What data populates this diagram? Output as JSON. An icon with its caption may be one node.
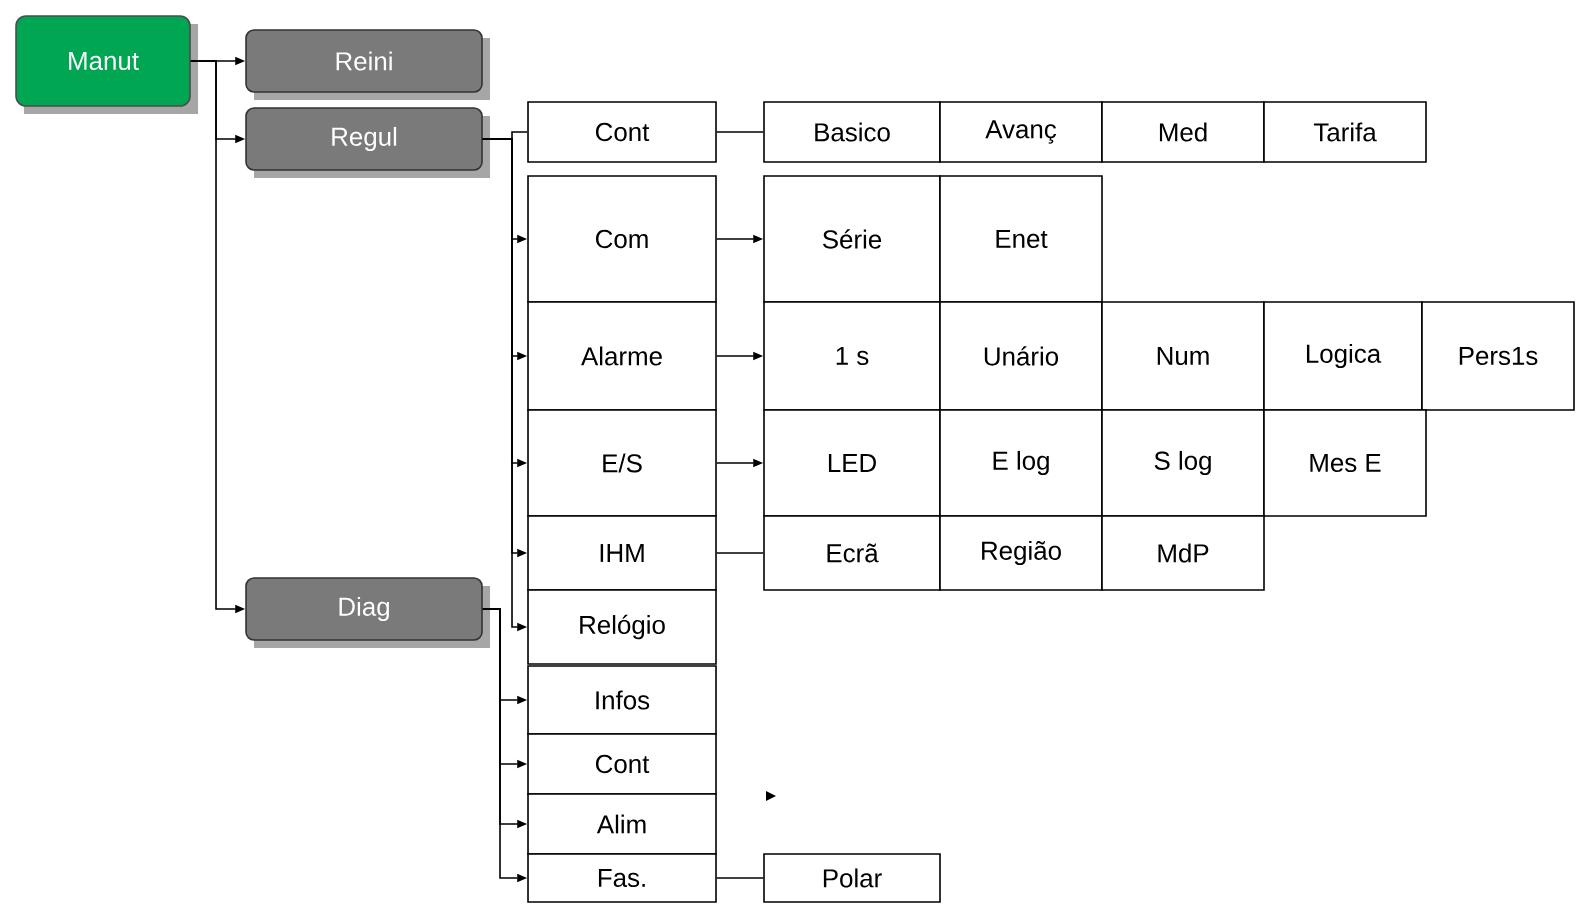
{
  "diagram": {
    "nodes": [
      {
        "text": [
          "Manut"
        ]
      },
      {
        "text": [
          "Reini"
        ]
      },
      {
        "text": [
          "Regul"
        ]
      },
      {
        "text": [
          "Cont"
        ]
      },
      {
        "text": [
          "Basico"
        ]
      },
      {
        "text": [
          "Avanç"
        ]
      },
      {
        "text": [
          "Med"
        ]
      },
      {
        "text": [
          "Tarifa"
        ]
      },
      {
        "text": [
          "Com"
        ]
      },
      {
        "text": [
          "Série"
        ]
      },
      {
        "text": [
          "Enet"
        ]
      },
      {
        "text": [
          "Alarme"
        ]
      },
      {
        "text": [
          "1 s"
        ]
      },
      {
        "text": [
          "Unário"
        ]
      },
      {
        "text": [
          "Num"
        ]
      },
      {
        "text": [
          "Logica"
        ]
      },
      {
        "text": [
          "Pers1s"
        ]
      },
      {
        "text": [
          "E/S"
        ]
      },
      {
        "text": [
          "LED"
        ]
      },
      {
        "text": [
          "E log"
        ]
      },
      {
        "text": [
          "S log"
        ]
      },
      {
        "text": [
          "Mes E"
        ]
      },
      {
        "text": [
          "IHM"
        ]
      },
      {
        "text": [
          "Ecrã"
        ]
      },
      {
        "text": [
          "Região"
        ]
      },
      {
        "text": [
          "MdP"
        ]
      },
      {
        "text": [
          "Diag"
        ]
      },
      {
        "text": [
          "Relógio"
        ]
      },
      {
        "text": [
          "Infos"
        ]
      },
      {
        "text": [
          "Cont"
        ]
      },
      {
        "text": [
          "Alim"
        ]
      },
      {
        "text": [
          "Fas."
        ]
      },
      {
        "text": [
          "Polar"
        ]
      }
    ],
    "edges": [
      {
        "from": 0,
        "to": 1,
        "arrow": "to"
      },
      {
        "from": 0,
        "to": 2,
        "arrow": "to"
      },
      {
        "from": 0,
        "to": 26,
        "arrow": "to"
      },
      {
        "from": 2,
        "to": 3,
        "arrow": "none"
      },
      {
        "from": 2,
        "to": 8,
        "arrow": "to"
      },
      {
        "from": 2,
        "to": 11,
        "arrow": "to"
      },
      {
        "from": 2,
        "to": 17,
        "arrow": "to"
      },
      {
        "from": 2,
        "to": 22,
        "arrow": "to"
      },
      {
        "from": 2,
        "to": 27,
        "arrow": "to"
      },
      {
        "from": 26,
        "to": 28,
        "arrow": "to"
      },
      {
        "from": 26,
        "to": 29,
        "arrow": "to"
      },
      {
        "from": 26,
        "to": 30,
        "arrow": "to"
      },
      {
        "from": 26,
        "to": 31,
        "arrow": "to"
      },
      {
        "from": 3,
        "to": 4,
        "arrow": "none"
      },
      {
        "from": 8,
        "to": 9,
        "arrow": "to"
      },
      {
        "from": 11,
        "to": 12,
        "arrow": "to"
      },
      {
        "from": 17,
        "to": 18,
        "arrow": "to"
      },
      {
        "from": 22,
        "to": 23,
        "arrow": "none"
      },
      {
        "from": 31,
        "to": 32,
        "arrow": "none"
      }
    ]
  }
}
